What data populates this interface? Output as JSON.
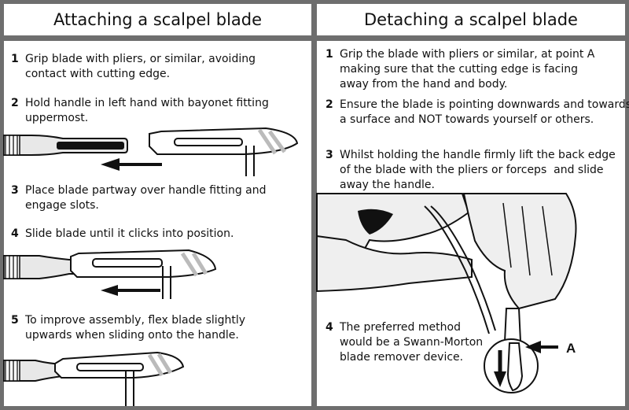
{
  "left": {
    "title": "Attaching a scalpel blade",
    "steps": [
      {
        "num": "1",
        "text": "Grip blade with pliers, or similar, avoiding\ncontact with cutting edge."
      },
      {
        "num": "2",
        "text": "Hold handle in left hand with bayonet fitting\nuppermost."
      },
      {
        "num": "3",
        "text": "Place blade partway over handle fitting and\nengage slots."
      },
      {
        "num": "4",
        "text": "Slide blade until it clicks into position."
      },
      {
        "num": "5",
        "text": "To improve assembly, flex blade slightly\nupwards when sliding onto the handle."
      }
    ]
  },
  "right": {
    "title": "Detaching a scalpel blade",
    "steps": [
      {
        "num": "1",
        "text": "Grip the blade with pliers or similar, at point A\nmaking sure that the cutting edge is facing\naway from the hand and body."
      },
      {
        "num": "2",
        "text": "Ensure the blade is pointing downwards and towards\na surface and NOT towards yourself or others."
      },
      {
        "num": "3",
        "text": "Whilst holding the handle firmly lift the back edge\nof the blade with the pliers or forceps  and slide\naway the handle."
      },
      {
        "num": "4",
        "text": "The preferred method\nwould be a Swann-Morton\nblade remover device."
      }
    ],
    "point_label": "A"
  },
  "colors": {
    "background": "#6e6e6e",
    "panel": "#ffffff",
    "ink": "#111111"
  }
}
